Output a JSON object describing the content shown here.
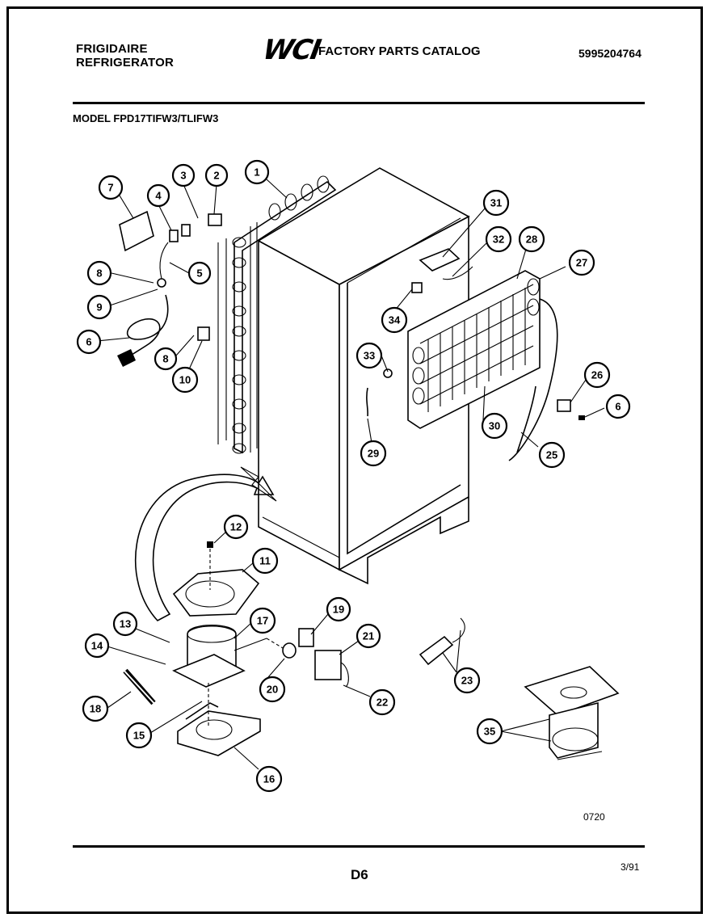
{
  "header": {
    "brand_line1": "FRIGIDAIRE",
    "brand_line2": "REFRIGERATOR",
    "logo": "WCI",
    "catalog_title": "FACTORY PARTS CATALOG",
    "part_number": "5995204764",
    "model": "MODEL FPD17TIFW3/TLIFW3"
  },
  "footer": {
    "figure_code": "0720",
    "page": "D6",
    "date": "3/91"
  },
  "callouts": [
    "1",
    "2",
    "3",
    "4",
    "5",
    "6",
    "7",
    "8",
    "9",
    "10",
    "11",
    "12",
    "13",
    "14",
    "15",
    "16",
    "17",
    "18",
    "19",
    "20",
    "21",
    "22",
    "23",
    "25",
    "26",
    "27",
    "28",
    "29",
    "30",
    "31",
    "32",
    "33",
    "34",
    "35"
  ]
}
